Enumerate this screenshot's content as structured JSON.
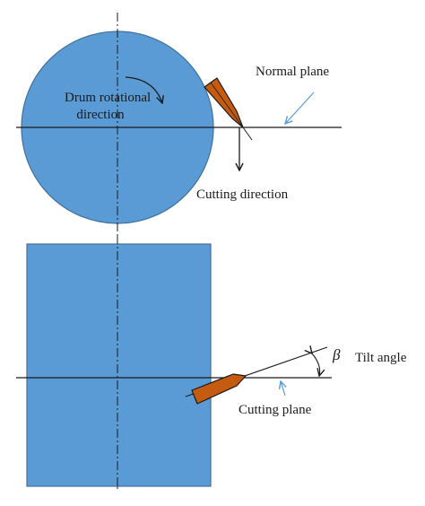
{
  "labels": {
    "drum_rotation": [
      "Drum rotational",
      "direction"
    ],
    "normal_plane": "Normal plane",
    "cutting_direction": "Cutting direction",
    "beta": "β",
    "tilt_angle": "Tilt angle",
    "cutting_plane": "Cutting plane"
  },
  "colors": {
    "drum_fill": "#5b9bd5",
    "drum_stroke": "#41719c",
    "pick_fill": "#c55a11",
    "pick_stroke": "#1a1a1a",
    "line": "#1a1a1a",
    "leader": "#5b9bd5"
  }
}
